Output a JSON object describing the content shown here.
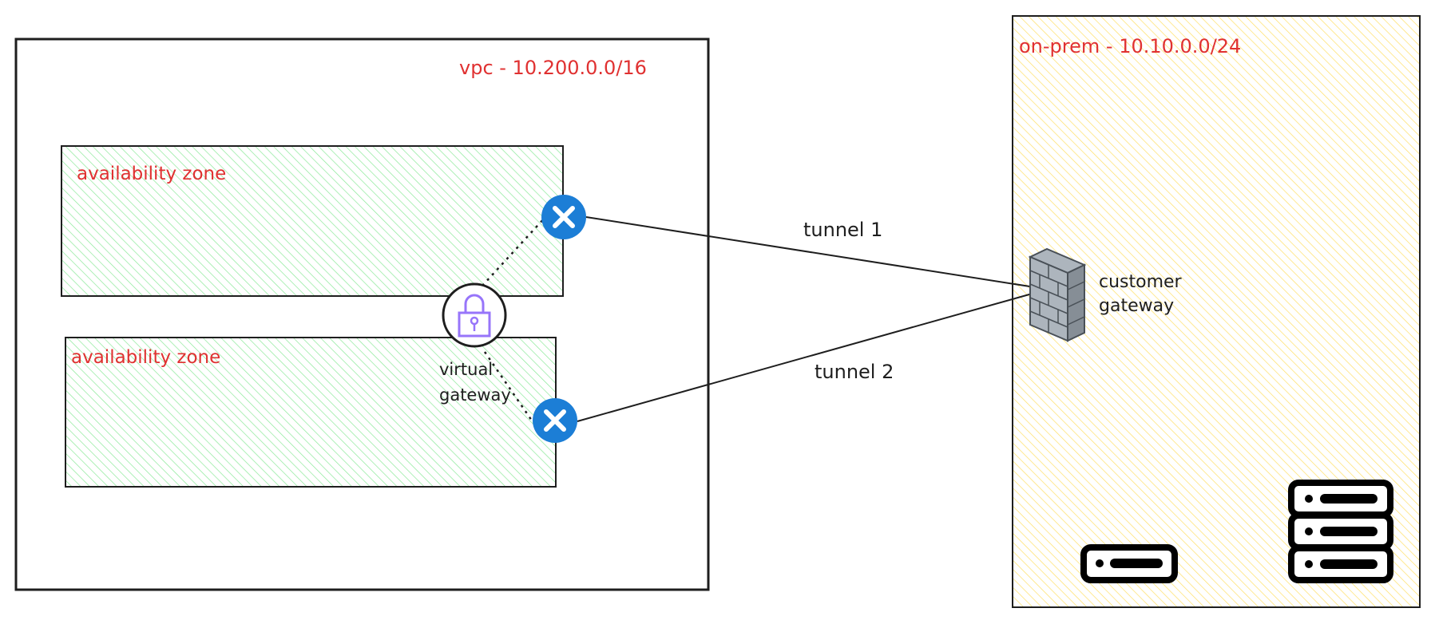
{
  "vpc": {
    "label": "vpc - 10.200.0.0/16"
  },
  "onprem": {
    "label": "on-prem - 10.10.0.0/24"
  },
  "az1": {
    "label": "availability zone"
  },
  "az2": {
    "label": "availability zone"
  },
  "virtual_gateway": {
    "line1": "virtual",
    "line2": "gateway",
    "icon": "lock-icon"
  },
  "customer_gateway": {
    "line1": "customer",
    "line2": "gateway",
    "icon": "firewall-icon"
  },
  "tunnels": [
    {
      "label": "tunnel 1",
      "endpoint_icon": "vpn-endpoint-icon"
    },
    {
      "label": "tunnel 2",
      "endpoint_icon": "vpn-endpoint-icon"
    }
  ],
  "colors": {
    "label_red": "#e03131",
    "az_hatch": "#b2f2bb",
    "onprem_hatch": "#ffec99",
    "endpoint_blue": "#1c7ed6",
    "lock_purple": "#9775fa",
    "stroke": "#1e1e1e"
  }
}
